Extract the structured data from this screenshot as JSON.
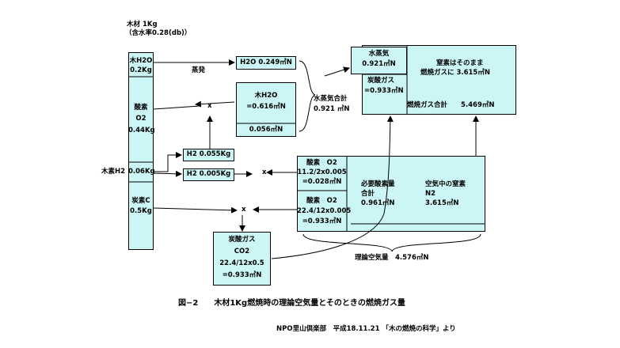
{
  "header": {
    "line1": "木材 1Kg",
    "line2": "（含水率0.28(db)）"
  },
  "wood": {
    "h2o": [
      "木H2O",
      "0.2Kg"
    ],
    "o2": [
      "酸素",
      "O2",
      "0.44Kg"
    ],
    "h2": "0.06Kg",
    "h2_label": "木素H2",
    "c": [
      "炭素C",
      "0.5Kg"
    ]
  },
  "flows": {
    "evaporation": "蒸発",
    "h2o_vapor": "H2O 0.249㎥N",
    "wood_h2o": [
      "木H2O",
      "=0.616㎥N"
    ],
    "wood_h2o_sum": "0.056㎥N",
    "h2_upper": "H2 0.055Kg",
    "h2_lower": "H2 0.005Kg",
    "steam_total": [
      "水蒸気合計",
      "0.921 ㎥N"
    ],
    "co2": [
      "炭酸ガス",
      "CO2",
      "22.4/12x0.5",
      "=0.933㎥N"
    ],
    "x": "x"
  },
  "air": {
    "o2_a": [
      "酸素　O2",
      "11.2/2x0.005",
      "=0.028㎥N"
    ],
    "o2_b": [
      "酸素　O2",
      "22.4/12x0.005",
      "=0.933㎥N"
    ],
    "needed": [
      "必要酸素量",
      "合計",
      "0.961㎥N"
    ],
    "n2": [
      "空気中の窒素",
      "N2",
      "3.615㎥N"
    ],
    "theory": "理論空気量　4.576㎥N"
  },
  "gas": {
    "steam": [
      "水蒸気",
      "0.921㎥N"
    ],
    "co2": [
      "炭酸ガス",
      "=0.933㎥N"
    ],
    "n2": [
      "窒素はそのまま",
      "燃焼ガスに 3.615㎥N"
    ],
    "total": "燃焼ガス合計　　5.469㎥N"
  },
  "caption": "図−2　　木材1Kg燃焼時の理論空気量とそのときの燃焼ガス量",
  "source": "NPO里山倶楽部　平成18.11.21 「木の燃焼の科学」より"
}
